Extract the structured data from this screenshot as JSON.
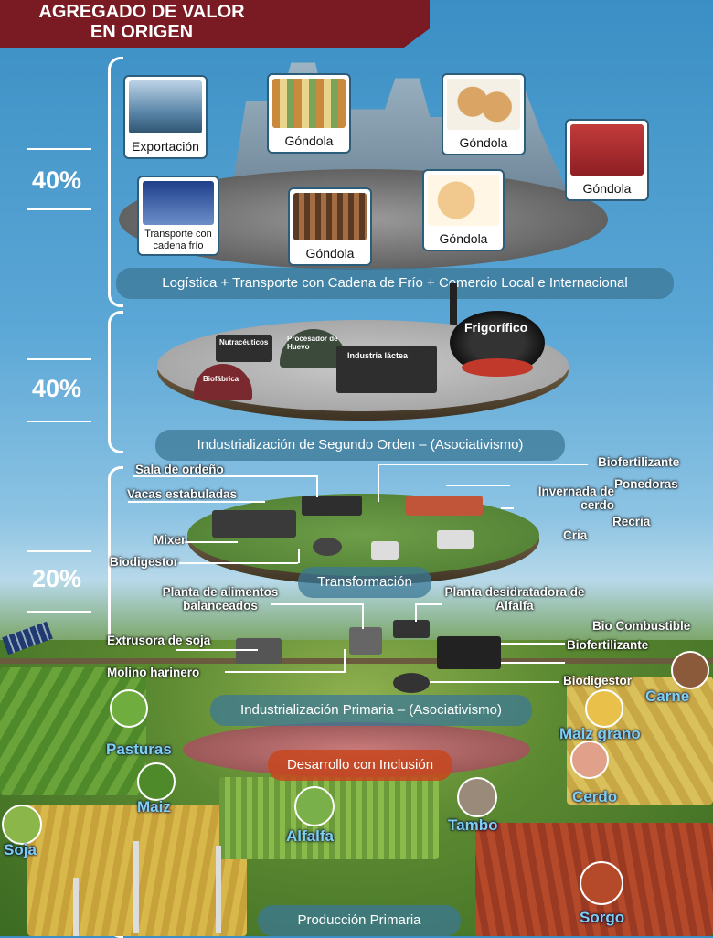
{
  "title": [
    "AGREGADO DE VALOR",
    "EN ORIGEN"
  ],
  "percentages": [
    "40%",
    "40%",
    "20%"
  ],
  "level1": {
    "banner": "Logística + Transporte con Cadena de Frío + Comercio Local e Internacional",
    "cards": [
      "Exportación",
      "Góndola",
      "Góndola",
      "Góndola",
      "Transporte con cadena frío",
      "Góndola",
      "Góndola"
    ]
  },
  "level2": {
    "banner": "Industrialización de Segundo Orden – (Asociativismo)",
    "buildings": [
      "Nutracéuticos",
      "Procesador de Huevo",
      "Industria láctea",
      "Biofábrica",
      "Frigorífico"
    ]
  },
  "level3": {
    "banner": "Transformación",
    "labels_left": [
      "Sala de ordeño",
      "Vacas estabuladas",
      "Mixer",
      "Biodigestor"
    ],
    "labels_right": [
      "Biofertilizante",
      "Ponedoras",
      "Invernada de cerdo",
      "Recria",
      "Cria"
    ]
  },
  "level4": {
    "banner": "Industrialización Primaria – (Asociativismo)",
    "labels_left": [
      "Planta de alimentos balanceados",
      "Extrusora de soja",
      "Molino harinero"
    ],
    "labels_right": [
      "Planta desidratadora de Alfalfa",
      "Bio Combustible",
      "Biofertilizante",
      "Biodigestor"
    ],
    "center": "Desarrollo con Inclusión"
  },
  "products": [
    "Pasturas",
    "Maiz",
    "Soja",
    "Alfalfa",
    "Tambo",
    "Carne",
    "Maiz grano",
    "Cerdo",
    "Sorgo"
  ],
  "bottom_banner": "Producción Primaria"
}
